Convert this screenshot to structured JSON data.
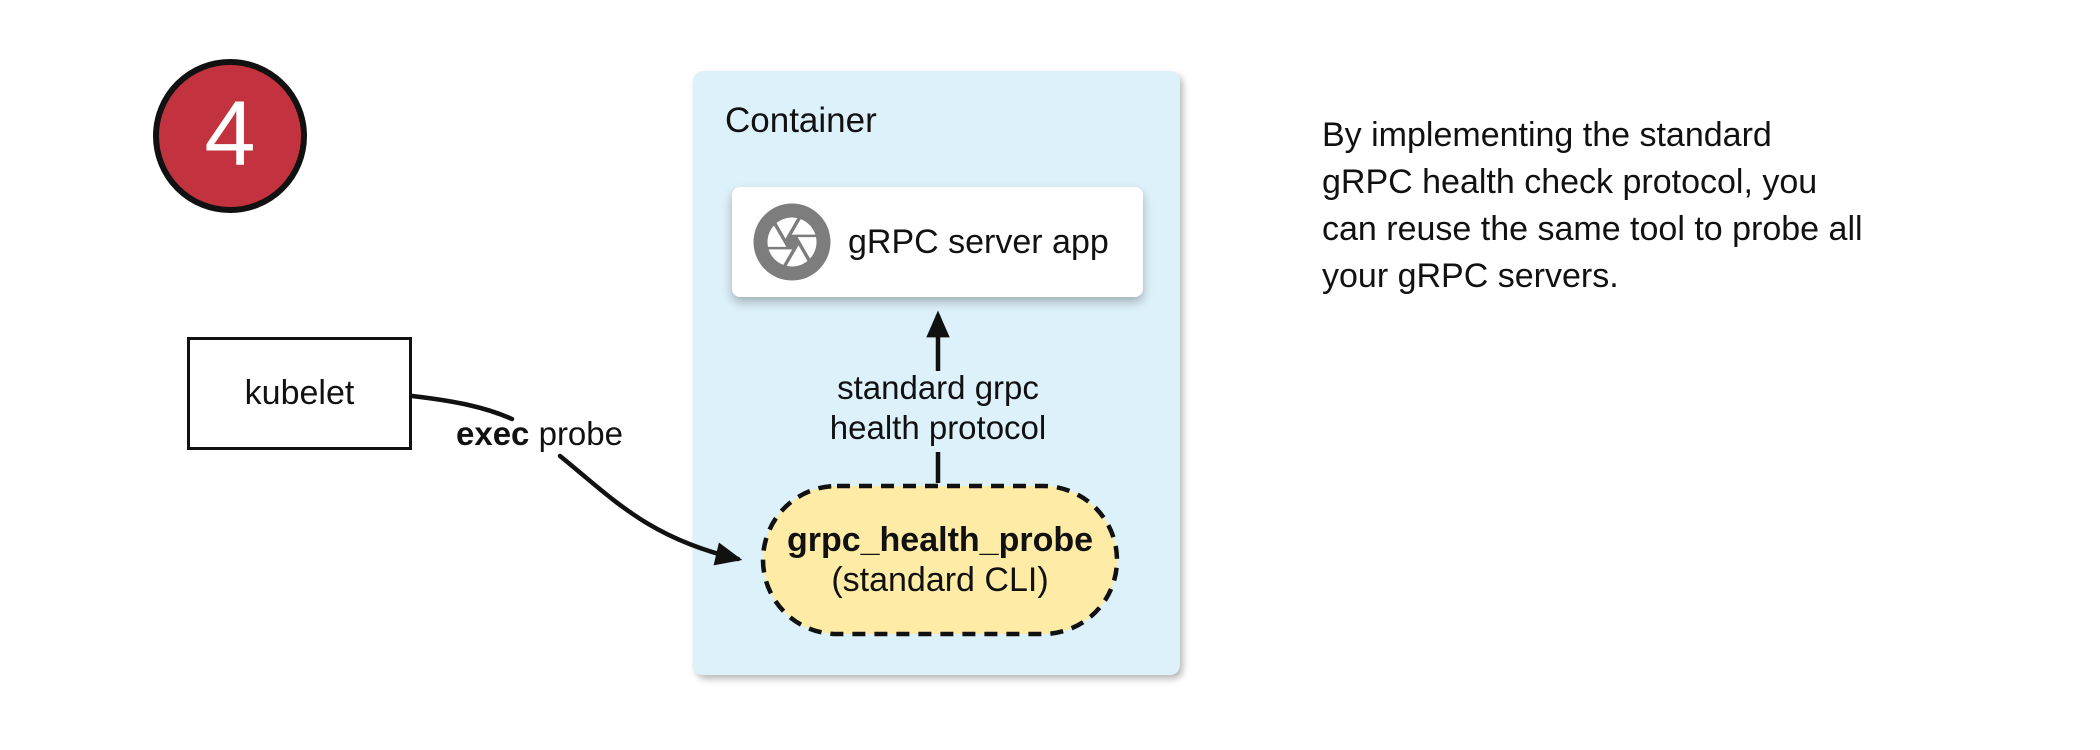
{
  "badge": {
    "number": "4"
  },
  "kubelet": {
    "label": "kubelet"
  },
  "container": {
    "title": "Container"
  },
  "server": {
    "label": "gRPC server app",
    "icon": "camera-aperture-icon"
  },
  "probe": {
    "name": "grpc_health_probe",
    "subtitle": "(standard CLI)"
  },
  "edges": {
    "exec": {
      "bold": "exec",
      "rest": " probe"
    },
    "protocol": {
      "line1": "standard grpc",
      "line2": "health protocol"
    }
  },
  "note": {
    "lines": [
      "By implementing the standard",
      "gRPC health check protocol, you",
      "can reuse the same tool to probe all",
      "your gRPC servers."
    ]
  },
  "colors": {
    "badge_red": "#C2333F",
    "container_blue": "#DDF1FB",
    "probe_yellow": "#FDEBA6",
    "icon_gray": "#7D7D7D",
    "line_black": "#111111"
  }
}
